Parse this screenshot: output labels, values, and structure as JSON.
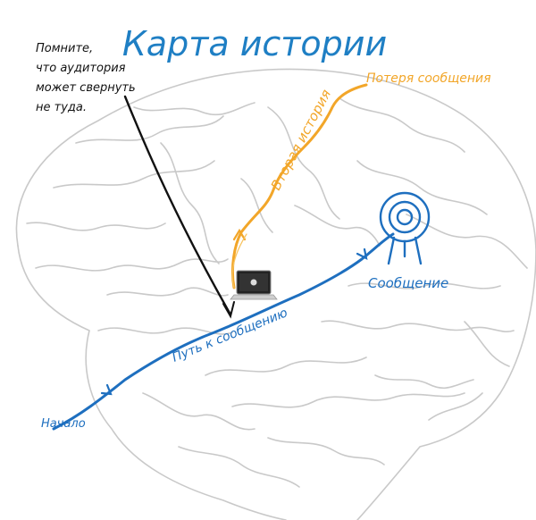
{
  "title": "Карта истории",
  "note": {
    "lines": [
      "Помните,",
      "что аудитория",
      "может свернуть",
      "не туда."
    ]
  },
  "labels": {
    "lost_message": "Потеря сообщения",
    "second_story": "Вторая история",
    "message": "Сообщение",
    "path_to_message": "Путь к сообщению",
    "start": "Начало"
  },
  "colors": {
    "title": "#1f7fc4",
    "blue_path": "#1e6fbf",
    "orange_path": "#f2a629",
    "brain_outline": "#c9c9c9",
    "note_text": "#111111"
  },
  "icons": {
    "target": "target-icon",
    "laptop": "laptop-icon"
  }
}
